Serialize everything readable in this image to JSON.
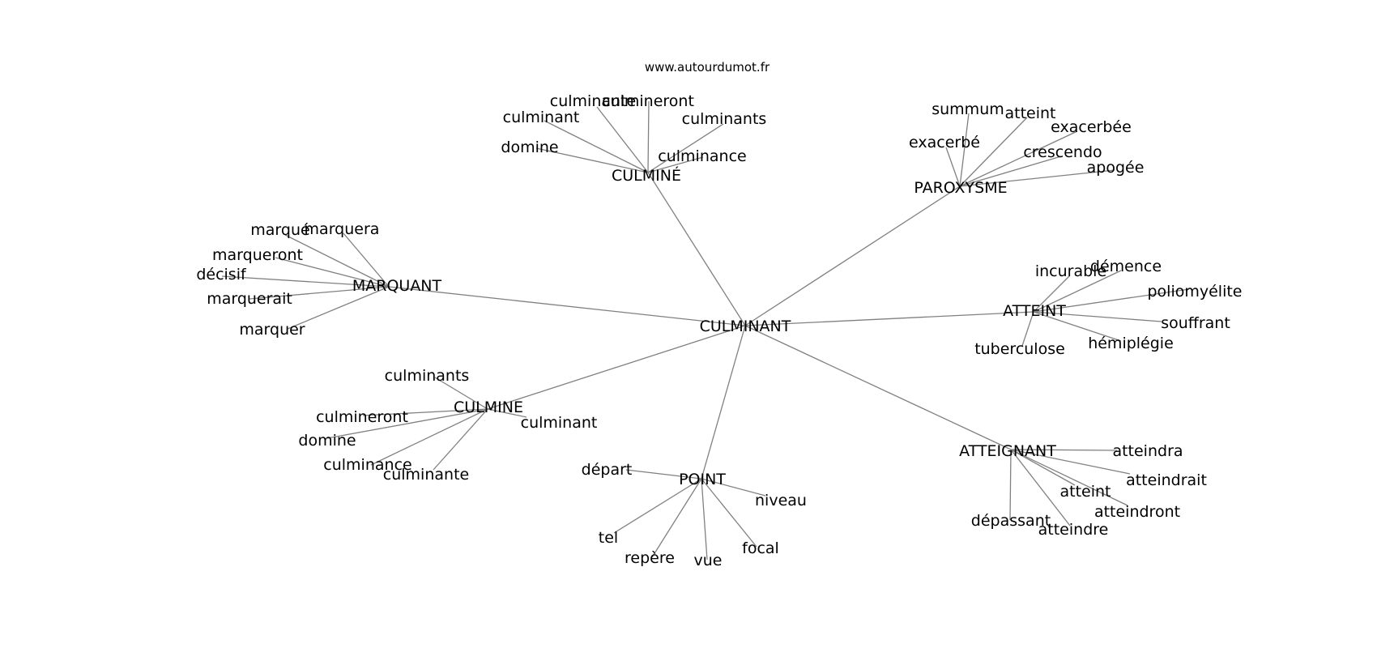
{
  "site": "www.autourdumot.fr",
  "center": "CULMINANT",
  "groups": {
    "culmine_acute": {
      "hub": "CULMINÉ",
      "words": [
        "culminante",
        "culmineront",
        "culminant",
        "culminants",
        "domine",
        "culminance"
      ]
    },
    "paroxysme": {
      "hub": "PAROXYSME",
      "words": [
        "summum",
        "atteint",
        "exacerbée",
        "exacerbé",
        "crescendo",
        "apogée"
      ]
    },
    "marquant": {
      "hub": "MARQUANT",
      "words": [
        "marqué",
        "marquera",
        "marqueront",
        "décisif",
        "marquerait",
        "marquer"
      ]
    },
    "atteint": {
      "hub": "ATTEINT",
      "words": [
        "incurable",
        "démence",
        "poliomyélite",
        "souffrant",
        "hémiplégie",
        "tuberculose"
      ]
    },
    "culmine": {
      "hub": "CULMINE",
      "words": [
        "culminants",
        "culmineront",
        "domine",
        "culminant",
        "culminance",
        "culminante"
      ]
    },
    "point": {
      "hub": "POINT",
      "words": [
        "départ",
        "niveau",
        "tel",
        "repère",
        "vue",
        "focal"
      ]
    },
    "atteignant": {
      "hub": "ATTEIGNANT",
      "words": [
        "atteindra",
        "atteindrait",
        "atteint",
        "atteindront",
        "dépassant",
        "atteindre"
      ]
    }
  }
}
